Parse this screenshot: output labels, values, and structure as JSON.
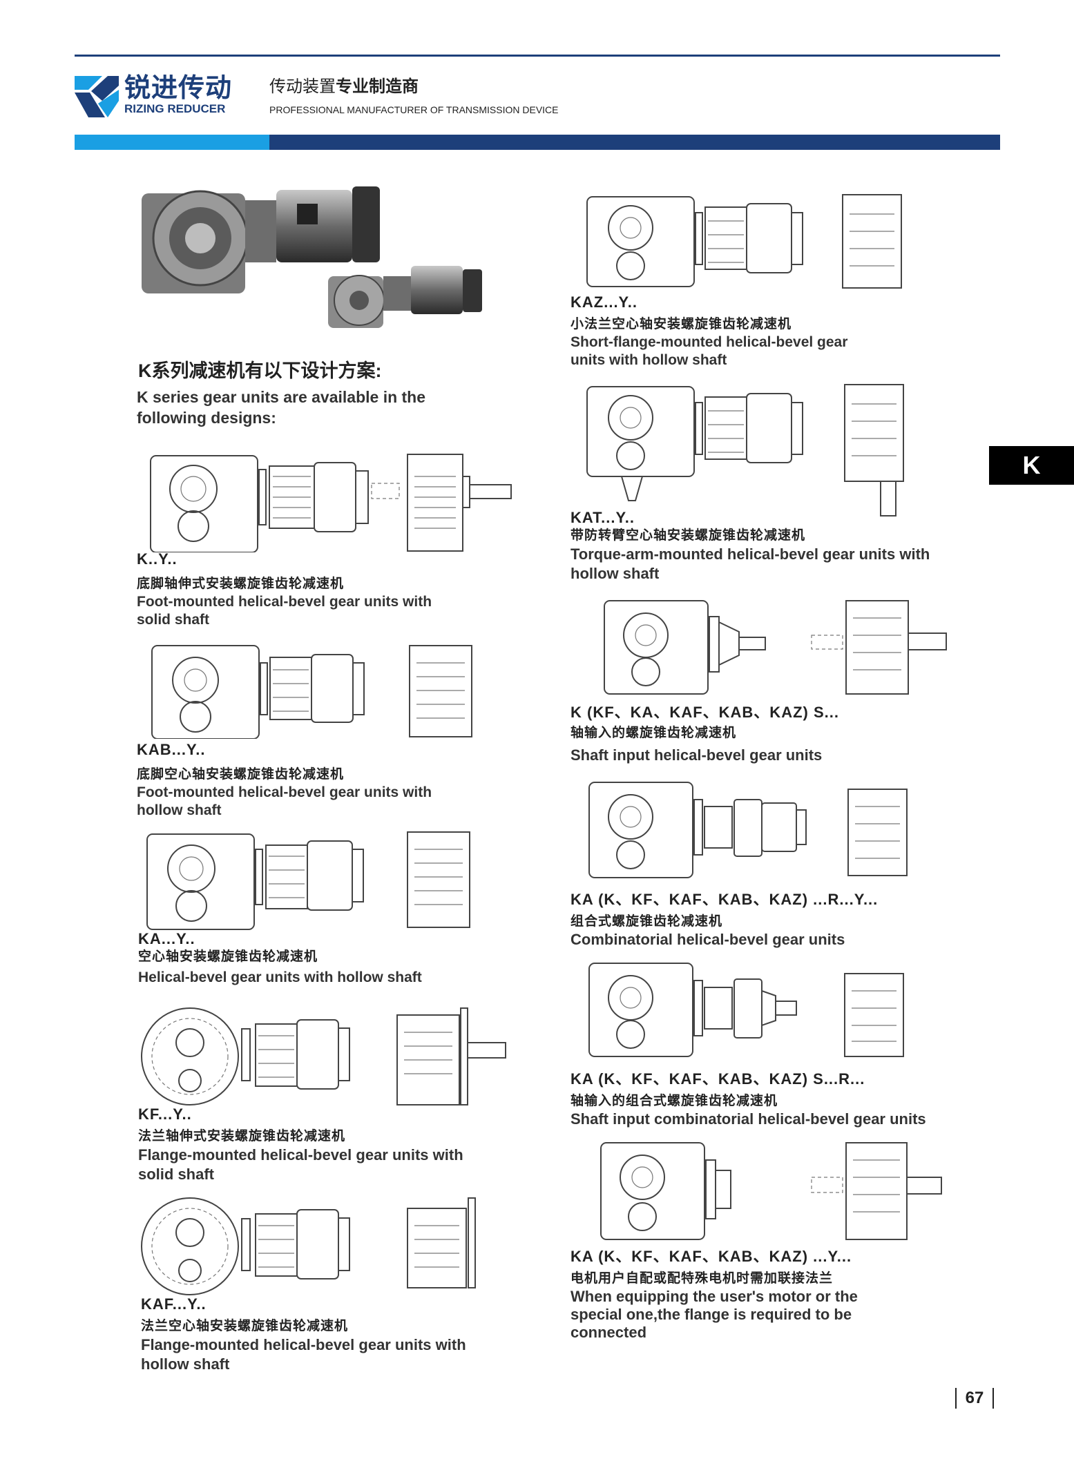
{
  "header": {
    "brand_cn": "锐进传动",
    "brand_en": "RIZING REDUCER",
    "slogan_cn_a": "传动装置",
    "slogan_cn_b": "专业制造商",
    "slogan_en": "PROFESSIONAL MANUFACTURER OF TRANSMISSION DEVICE",
    "colors": {
      "navy": "#1d3f7a",
      "blue": "#1a9fe3"
    }
  },
  "side_tab": "K",
  "intro": {
    "cn": "K系列减速机有以下设计方案:",
    "en": "K series gear units are available in the following designs:"
  },
  "left_column": [
    {
      "code": "K..Y..",
      "cn": "底脚轴伸式安装螺旋锥齿轮减速机",
      "en": "Foot-mounted helical-bevel gear units with solid shaft"
    },
    {
      "code": "KAB...Y..",
      "cn": "底脚空心轴安装螺旋锥齿轮减速机",
      "en": "Foot-mounted helical-bevel gear units with hollow shaft"
    },
    {
      "code": "KA...Y..",
      "cn": "空心轴安装螺旋锥齿轮减速机",
      "en": "Helical-bevel gear units with hollow shaft"
    },
    {
      "code": "KF...Y..",
      "cn": "法兰轴伸式安装螺旋锥齿轮减速机",
      "en": "Flange-mounted helical-bevel gear units with solid shaft"
    },
    {
      "code": "KAF...Y..",
      "cn": "法兰空心轴安装螺旋锥齿轮减速机",
      "en": "Flange-mounted helical-bevel gear units with hollow shaft"
    }
  ],
  "right_column": [
    {
      "code": "KAZ...Y..",
      "cn": "小法兰空心轴安装螺旋锥齿轮减速机",
      "en": "Short-flange-mounted helical-bevel gear units with hollow shaft"
    },
    {
      "code": "KAT...Y..",
      "cn": "带防转臂空心轴安装螺旋锥齿轮减速机",
      "en": "Torque-arm-mounted helical-bevel gear units with hollow shaft"
    },
    {
      "code": "K (KF、KA、KAF、KAB、KAZ) S...",
      "cn": "轴输入的螺旋锥齿轮减速机",
      "en": "Shaft input helical-bevel gear units"
    },
    {
      "code": "KA (K、KF、KAF、KAB、KAZ) ...R...Y...",
      "cn": "组合式螺旋锥齿轮减速机",
      "en": "Combinatorial  helical-bevel gear units"
    },
    {
      "code": "KA (K、KF、KAF、KAB、KAZ) S...R...",
      "cn": "轴输入的组合式螺旋锥齿轮减速机",
      "en": "Shaft input combinatorial helical-bevel gear units"
    },
    {
      "code": "KA (K、KF、KAF、KAB、KAZ) ...Y...",
      "cn": "电机用户自配或配特殊电机时需加联接法兰",
      "en": "When equipping the user's motor or the special one,the flange is required to be connected"
    }
  ],
  "page_number": "67"
}
